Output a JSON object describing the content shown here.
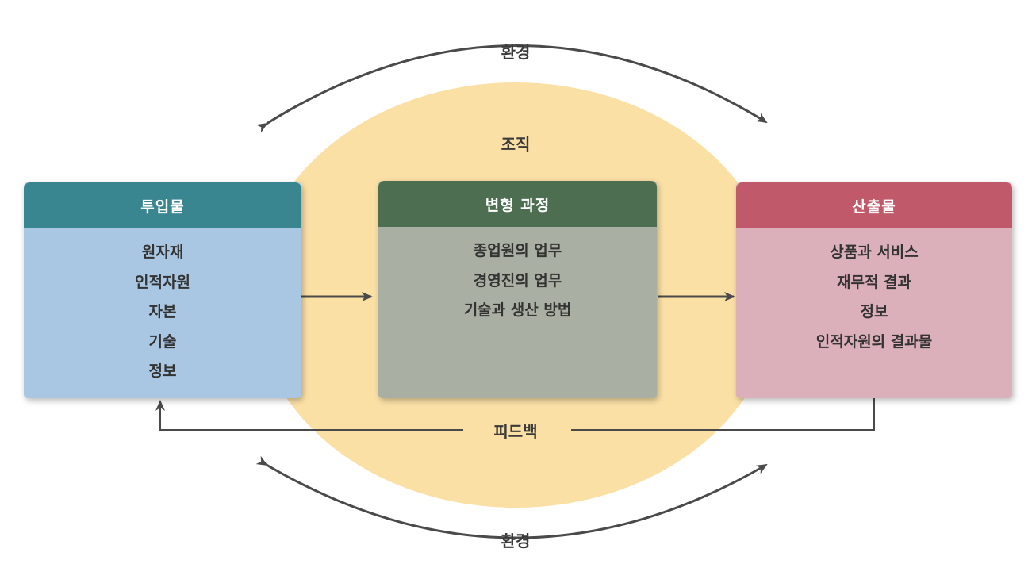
{
  "environment_top_label": "환경",
  "environment_bottom_label": "환경",
  "organization_label": "조직",
  "feedback_label": "피드백",
  "inputs": {
    "title": "투입물",
    "items": [
      "원자재",
      "인적자원",
      "자본",
      "기술",
      "정보"
    ]
  },
  "transformation": {
    "title": "변형 과정",
    "items": [
      "종업원의 업무",
      "경영진의 업무",
      "기술과 생산 방법"
    ]
  },
  "outputs": {
    "title": "산출물",
    "items": [
      "상품과 서비스",
      "재무적 결과",
      "정보",
      "인적자원의 결과물"
    ]
  },
  "colors": {
    "organization_fill": "#fbe0a6",
    "inputs_header": "#3a8690",
    "inputs_body": "#a9c7e2",
    "transformation_header": "#4e6e52",
    "transformation_body": "#a9afa2",
    "outputs_header": "#c05a6b",
    "outputs_body": "#dcb0ba",
    "arrows": "#4a4a4a"
  }
}
